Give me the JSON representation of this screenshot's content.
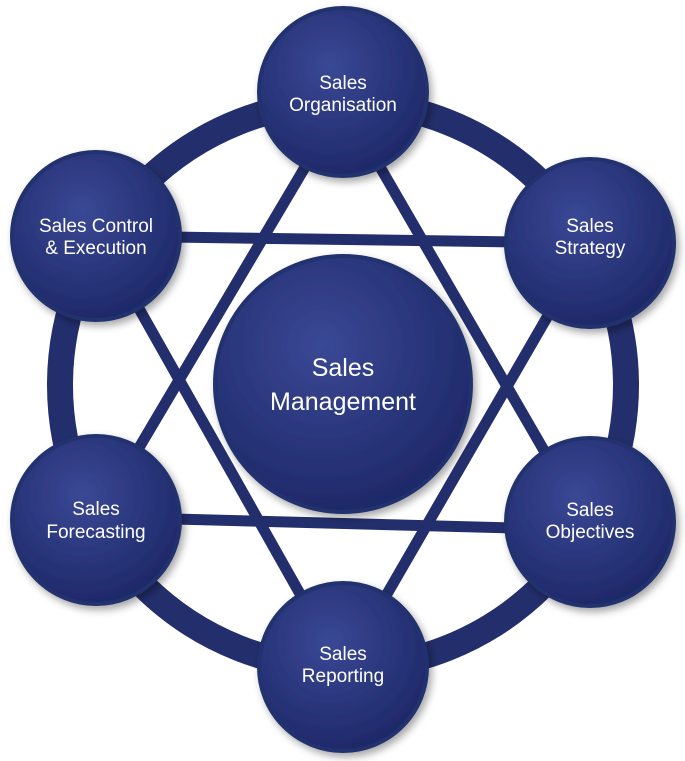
{
  "diagram": {
    "center": {
      "lines": [
        "Sales",
        "Management"
      ]
    },
    "nodes": [
      {
        "id": "organisation",
        "lines": [
          "Sales",
          "Organisation"
        ]
      },
      {
        "id": "strategy",
        "lines": [
          "Sales",
          "Strategy"
        ]
      },
      {
        "id": "objectives",
        "lines": [
          "Sales",
          "Objectives"
        ]
      },
      {
        "id": "reporting",
        "lines": [
          "Sales",
          "Reporting"
        ]
      },
      {
        "id": "forecasting",
        "lines": [
          "Sales",
          "Forecasting"
        ]
      },
      {
        "id": "control-execution",
        "lines": [
          "Sales Control",
          "& Execution"
        ]
      }
    ],
    "colors": {
      "fill_light": "#3a4895",
      "fill_dark": "#1c2766",
      "stroke": "#24306e",
      "connector": "#232e6c"
    }
  }
}
